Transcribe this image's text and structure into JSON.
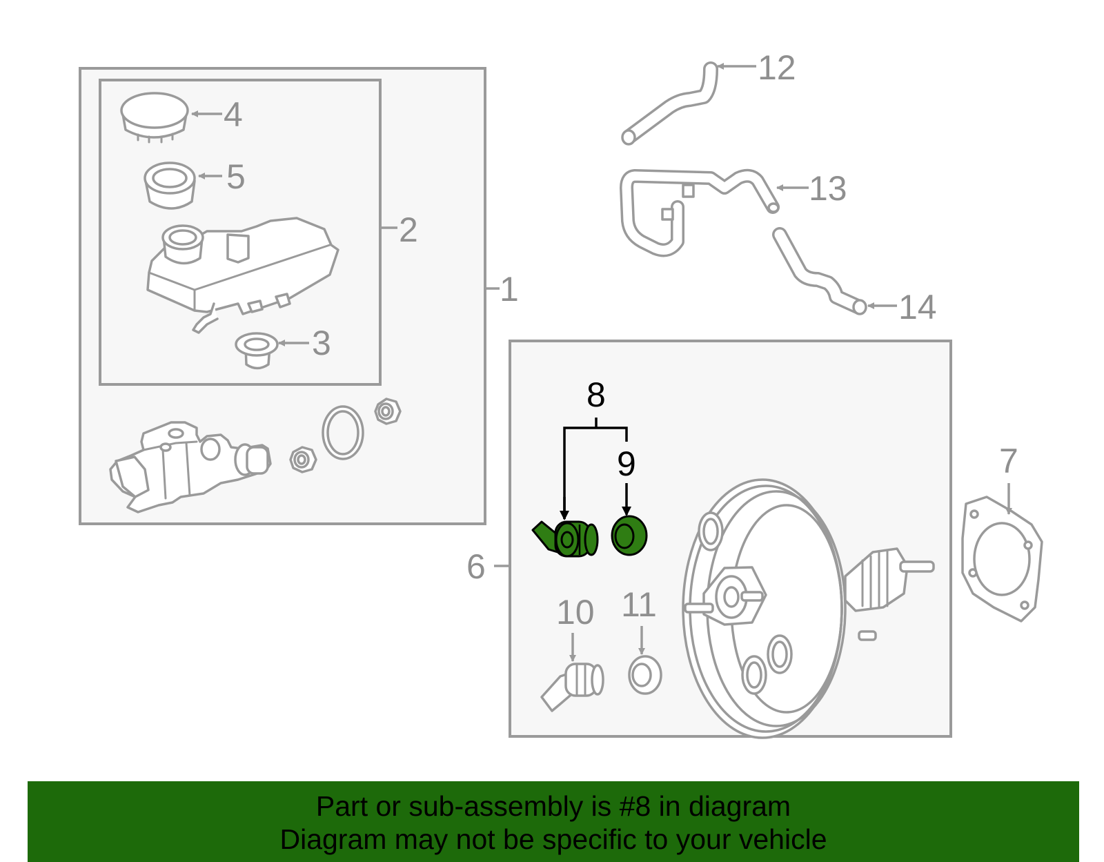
{
  "callouts": {
    "c1": "1",
    "c2": "2",
    "c3": "3",
    "c4": "4",
    "c5": "5",
    "c6": "6",
    "c7": "7",
    "c8": "8",
    "c9": "9",
    "c10": "10",
    "c11": "11",
    "c12": "12",
    "c13": "13",
    "c14": "14"
  },
  "highlight_color": "#2f7d13",
  "banner": {
    "background": "#1d6a0a",
    "line1": "Part or sub-assembly is #8 in diagram",
    "line2": "Diagram may not be specific to your vehicle"
  }
}
